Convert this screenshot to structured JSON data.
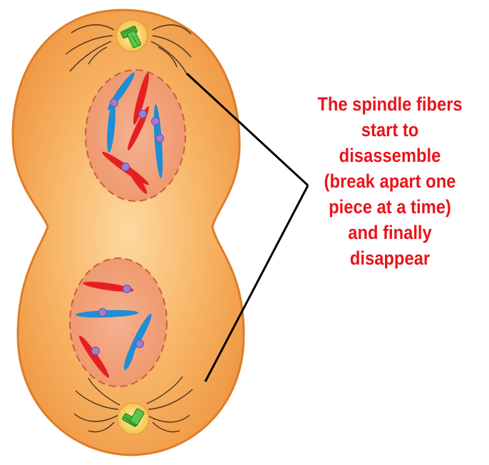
{
  "caption": {
    "lines": [
      "The spindle fibers",
      "start to",
      "disassemble",
      "(break apart one",
      "piece at a time)",
      "and finally",
      "disappear"
    ]
  },
  "colors": {
    "cell_fill": "#f5a04e",
    "cell_outline": "#dd7d28",
    "nucleus_fill": "#f2a276",
    "nucleus_border": "#c8603c",
    "chromosome_red": "#e62020",
    "chromosome_blue": "#1c8fd6",
    "centromere": "#9c7fd0",
    "centrosome_green": "#43b43a",
    "caption_red": "#e8141b",
    "pointer_line": "#000000"
  },
  "icons": {
    "top_centrosome": "centriole-pair-icon",
    "bottom_centrosome": "centriole-pair-icon"
  }
}
